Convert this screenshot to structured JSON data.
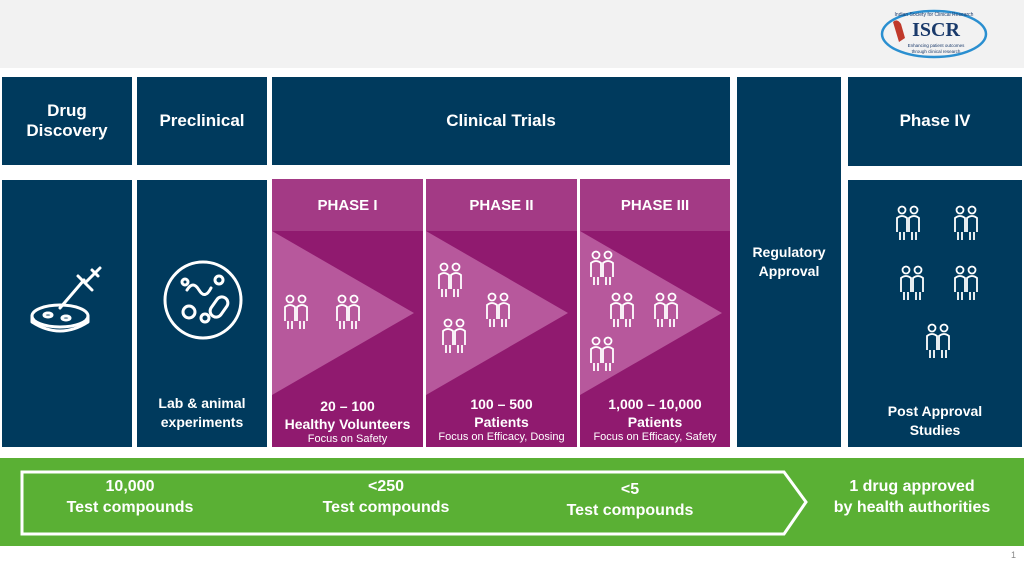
{
  "logo": {
    "org_name": "Indian Society for Clinical Research",
    "acronym": "ISCR",
    "tagline_1": "Enhancing patient outcomes",
    "tagline_2": "through clinical research"
  },
  "stages": {
    "drug_discovery": {
      "line1": "Drug",
      "line2": "Discovery"
    },
    "preclinical": {
      "title": "Preclinical",
      "caption_line1": "Lab & animal",
      "caption_line2": "experiments"
    },
    "clinical_trials": {
      "title": "Clinical Trials"
    },
    "regulatory": {
      "line1": "Regulatory",
      "line2": "Approval"
    },
    "phase_iv": {
      "title": "Phase IV",
      "caption_line1": "Post Approval",
      "caption_line2": "Studies"
    }
  },
  "phases": [
    {
      "label": "PHASE I",
      "count": "20 – 100",
      "group": "Healthy Volunteers",
      "focus": "Focus on Safety"
    },
    {
      "label": "PHASE II",
      "count": "100 – 500",
      "group": "Patients",
      "focus": "Focus on Efficacy, Dosing"
    },
    {
      "label": "PHASE III",
      "count": "1,000 – 10,000",
      "group": "Patients",
      "focus": "Focus on Efficacy, Safety"
    }
  ],
  "funnel": [
    {
      "value": "10,000",
      "label": "Test compounds"
    },
    {
      "value": "<250",
      "label": "Test compounds"
    },
    {
      "value": "<5",
      "label": "Test compounds"
    }
  ],
  "result": {
    "line1": "1 drug approved",
    "line2": "by health authorities"
  },
  "page_number": "1"
}
